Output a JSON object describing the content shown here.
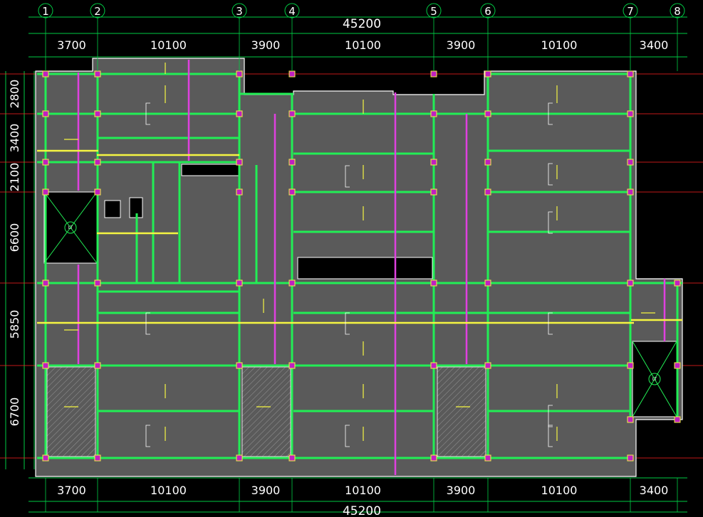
{
  "drawing": {
    "axes": [
      "1",
      "2",
      "3",
      "4",
      "5",
      "6",
      "7",
      "8"
    ],
    "total_width_label": "45200",
    "top_spans": [
      "3700",
      "10100",
      "3900",
      "10100",
      "3900",
      "10100",
      "3400"
    ],
    "bottom_spans": [
      "3700",
      "10100",
      "3900",
      "10100",
      "3900",
      "10100",
      "3400"
    ],
    "left_spans": [
      "2800",
      "3400",
      "2100",
      "6600",
      "5850",
      "6700"
    ],
    "elevator_labels": [
      "LT",
      "LT"
    ],
    "colors": {
      "background": "#000000",
      "slab": "#5a5a5a",
      "beam": "#22ee55",
      "rebar": "#e040e0",
      "highlight": "#f5f542",
      "column": "#c020c0",
      "dimension": "#00cc44",
      "axis_line": "#ff2020",
      "text": "#ffffff"
    }
  }
}
